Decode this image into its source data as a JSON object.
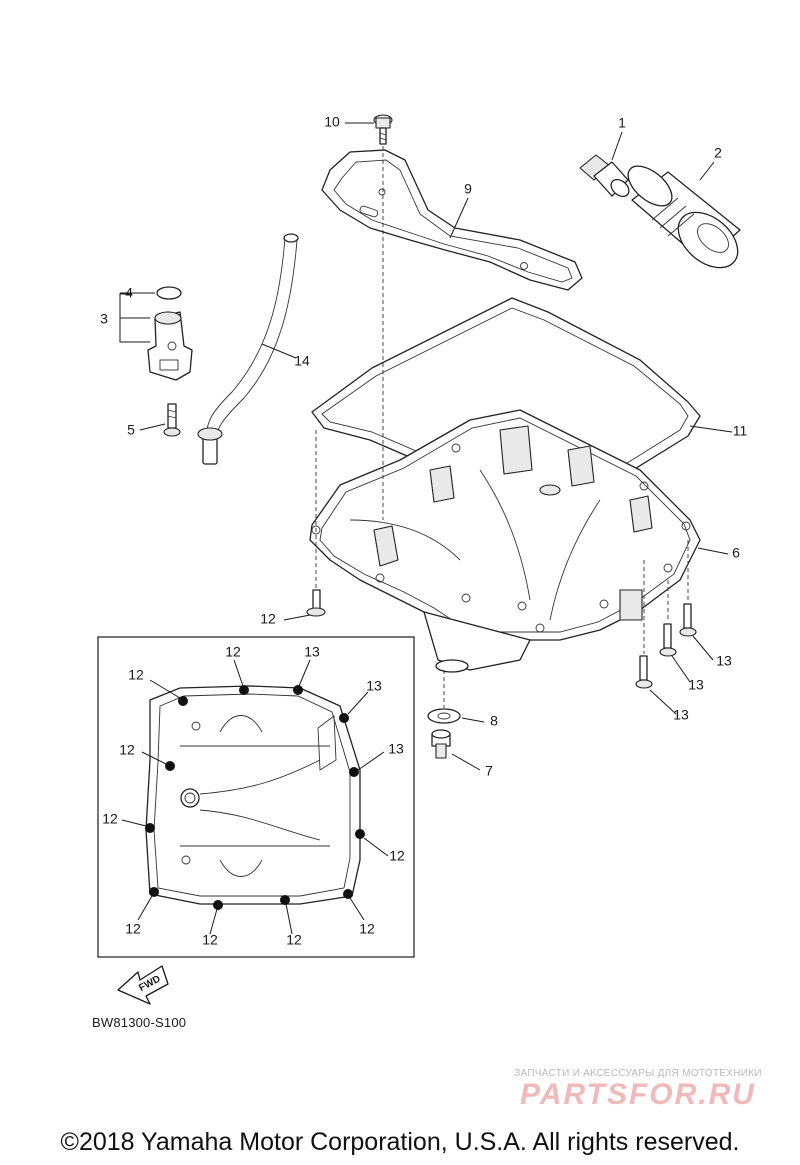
{
  "diagram": {
    "callouts": [
      "1",
      "2",
      "3",
      "4",
      "5",
      "6",
      "7",
      "8",
      "9",
      "10",
      "11",
      "12",
      "13",
      "14"
    ],
    "inset_callouts": [
      "12",
      "12",
      "13",
      "13",
      "12",
      "13",
      "12",
      "12",
      "12",
      "12",
      "12",
      "12"
    ],
    "fwd_label": "FWD",
    "drawing_code": "BW81300-S100"
  },
  "watermark": {
    "tagline": "ЗАПЧАСТИ И АКСЕССУАРЫ ДЛЯ МОТОТЕХНИКИ",
    "brand": "PARTSFOR.RU"
  },
  "footer": {
    "copyright": "©2018 Yamaha Motor Corporation, U.S.A. All rights reserved."
  }
}
